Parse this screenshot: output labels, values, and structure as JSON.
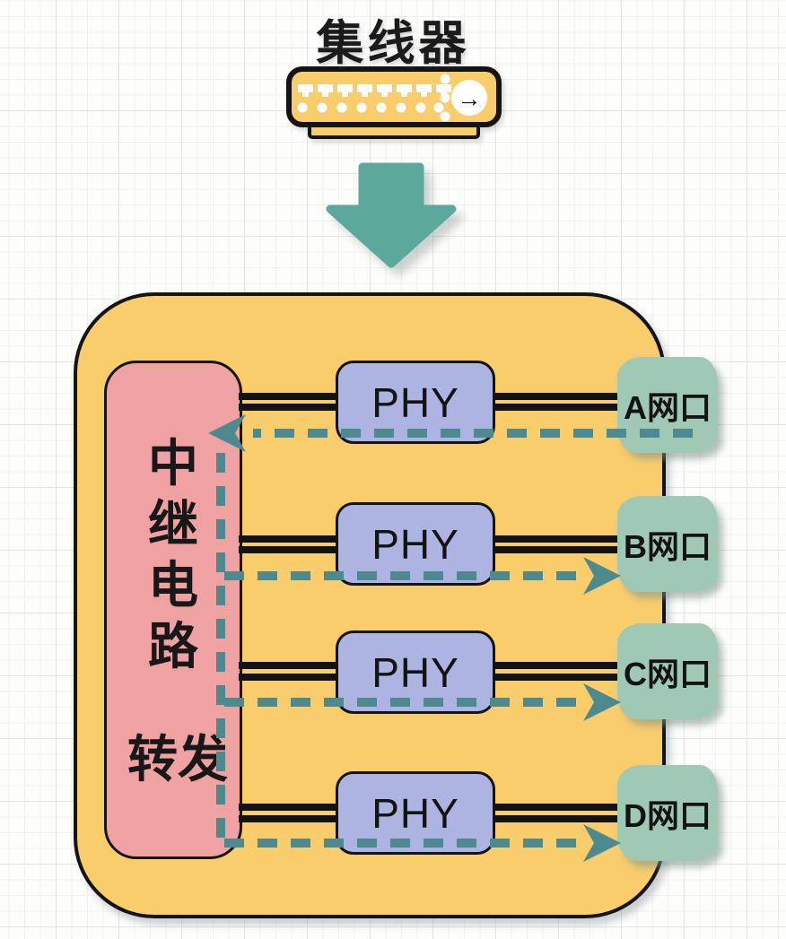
{
  "title": "集线器",
  "hub_icon": {
    "arrow_glyph": "→"
  },
  "relay": {
    "chars": [
      "中",
      "继",
      "电",
      "路"
    ],
    "forward": "转发"
  },
  "rows": [
    {
      "phy": "PHY",
      "port": "A网口"
    },
    {
      "phy": "PHY",
      "port": "B网口"
    },
    {
      "phy": "PHY",
      "port": "C网口"
    },
    {
      "phy": "PHY",
      "port": "D网口"
    }
  ],
  "colors": {
    "panel_yellow": "#f9cd6c",
    "relay_pink": "#f0a2a3",
    "phy_purple": "#aeb4e2",
    "port_green": "#9fc8b5",
    "signal_teal": "#4d8a90",
    "flow_arrow_teal": "#5ca89a",
    "wire_black": "#131313"
  }
}
